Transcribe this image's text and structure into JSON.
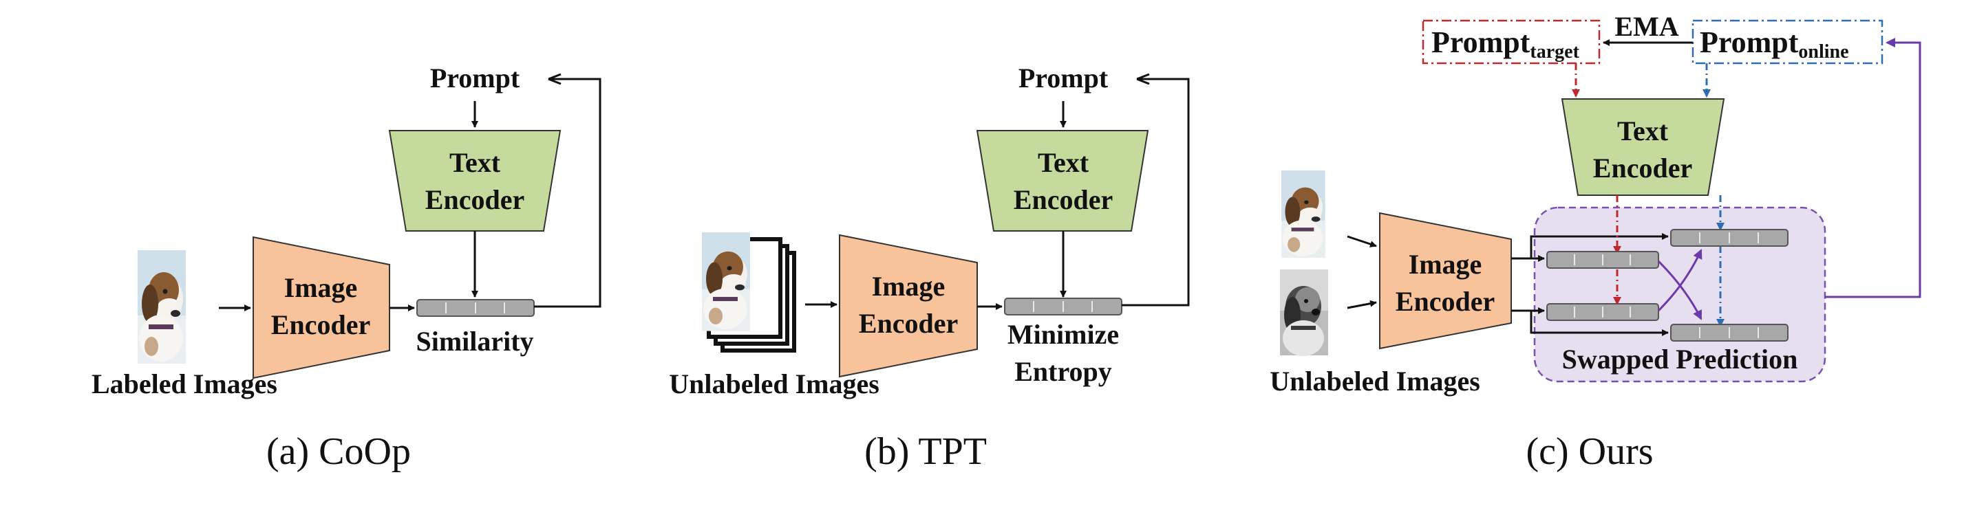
{
  "panels": {
    "coop": {
      "caption": "(a) CoOp",
      "prompt": "Prompt",
      "text_encoder": [
        "Text",
        "Encoder"
      ],
      "image_encoder": [
        "Image",
        "Encoder"
      ],
      "token_label": "Similarity",
      "images_label": "Labeled Images"
    },
    "tpt": {
      "caption": "(b) TPT",
      "prompt": "Prompt",
      "text_encoder": [
        "Text",
        "Encoder"
      ],
      "image_encoder": [
        "Image",
        "Encoder"
      ],
      "token_label": [
        "Minimize",
        "Entropy"
      ],
      "images_label": "Unlabeled Images"
    },
    "ours": {
      "caption": "(c) Ours",
      "prompt_target": "Prompt",
      "prompt_target_sub": "target",
      "prompt_online": "Prompt",
      "prompt_online_sub": "online",
      "ema": "EMA",
      "text_encoder": [
        "Text",
        "Encoder"
      ],
      "image_encoder": [
        "Image",
        "Encoder"
      ],
      "images_label": "Unlabeled Images",
      "swap_label": "Swapped Prediction"
    }
  },
  "colors": {
    "image_encoder": "#f8c39a",
    "text_encoder": "#c5da9d",
    "token": "#a8a8a8",
    "target_arrow": "#c0282d",
    "online_arrow": "#2f6db3",
    "swap_arrow": "#6a3aa8",
    "swap_box": "#e6dff0",
    "swap_box_border": "#7a4fb0"
  },
  "icons": [
    "dog-photo-icon",
    "dog-photo-gray-icon"
  ]
}
